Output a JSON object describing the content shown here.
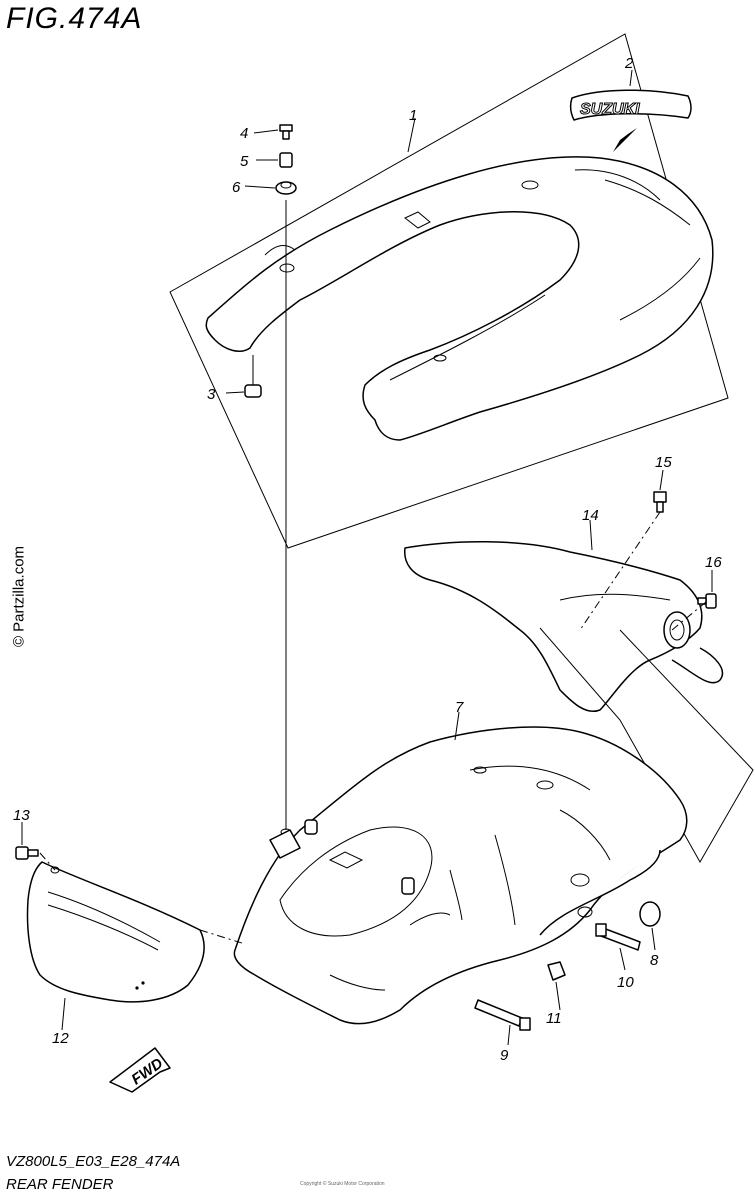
{
  "figure": {
    "title": "FIG.474A",
    "watermark": "© Partzilla.com",
    "model_code": "VZ800L5_E03_E28_474A",
    "name": "REAR FENDER",
    "copyright": "Copyright © Suzuki Motor Corporation"
  },
  "emblem_text": "SUZUKI",
  "fwd_label": "FWD",
  "callouts": [
    "1",
    "2",
    "3",
    "4",
    "5",
    "6",
    "7",
    "8",
    "9",
    "10",
    "11",
    "12",
    "13",
    "14",
    "15",
    "16"
  ]
}
